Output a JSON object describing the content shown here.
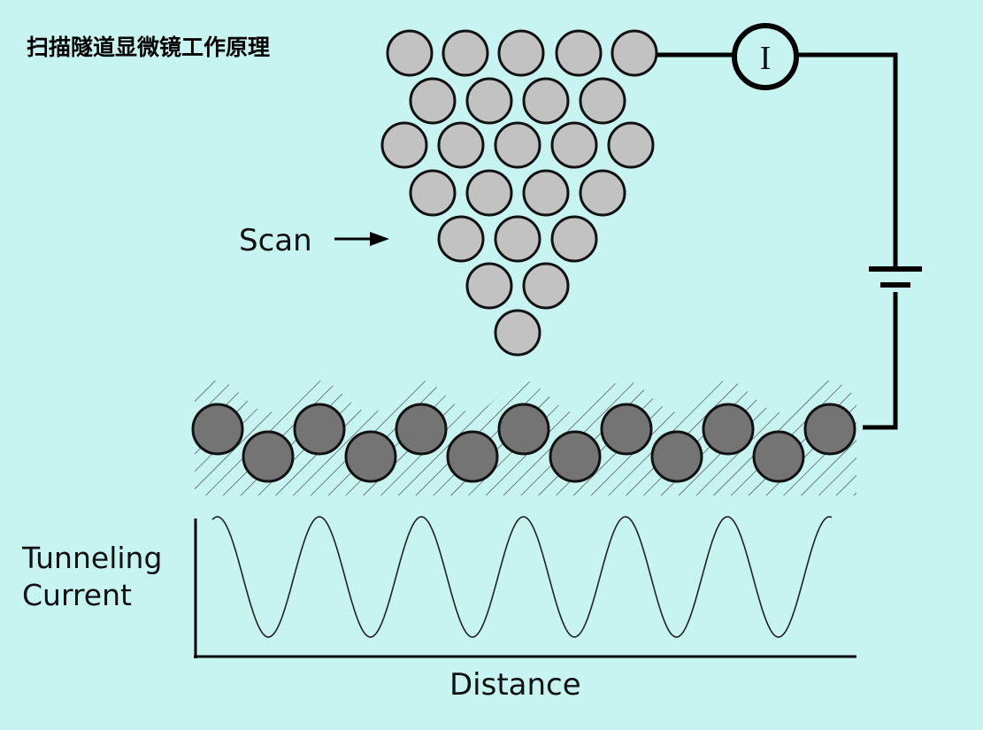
{
  "title": "扫描隧道显微镜工作原理",
  "scan_label": "Scan",
  "meter_label": "I",
  "y_axis_label": [
    "Tunneling",
    "Current"
  ],
  "x_axis_label": "Distance",
  "colors": {
    "background": "#c7f3f1",
    "tip_atom": "#c2c2c2",
    "surface_atom": "#747474",
    "line": "#000000"
  }
}
